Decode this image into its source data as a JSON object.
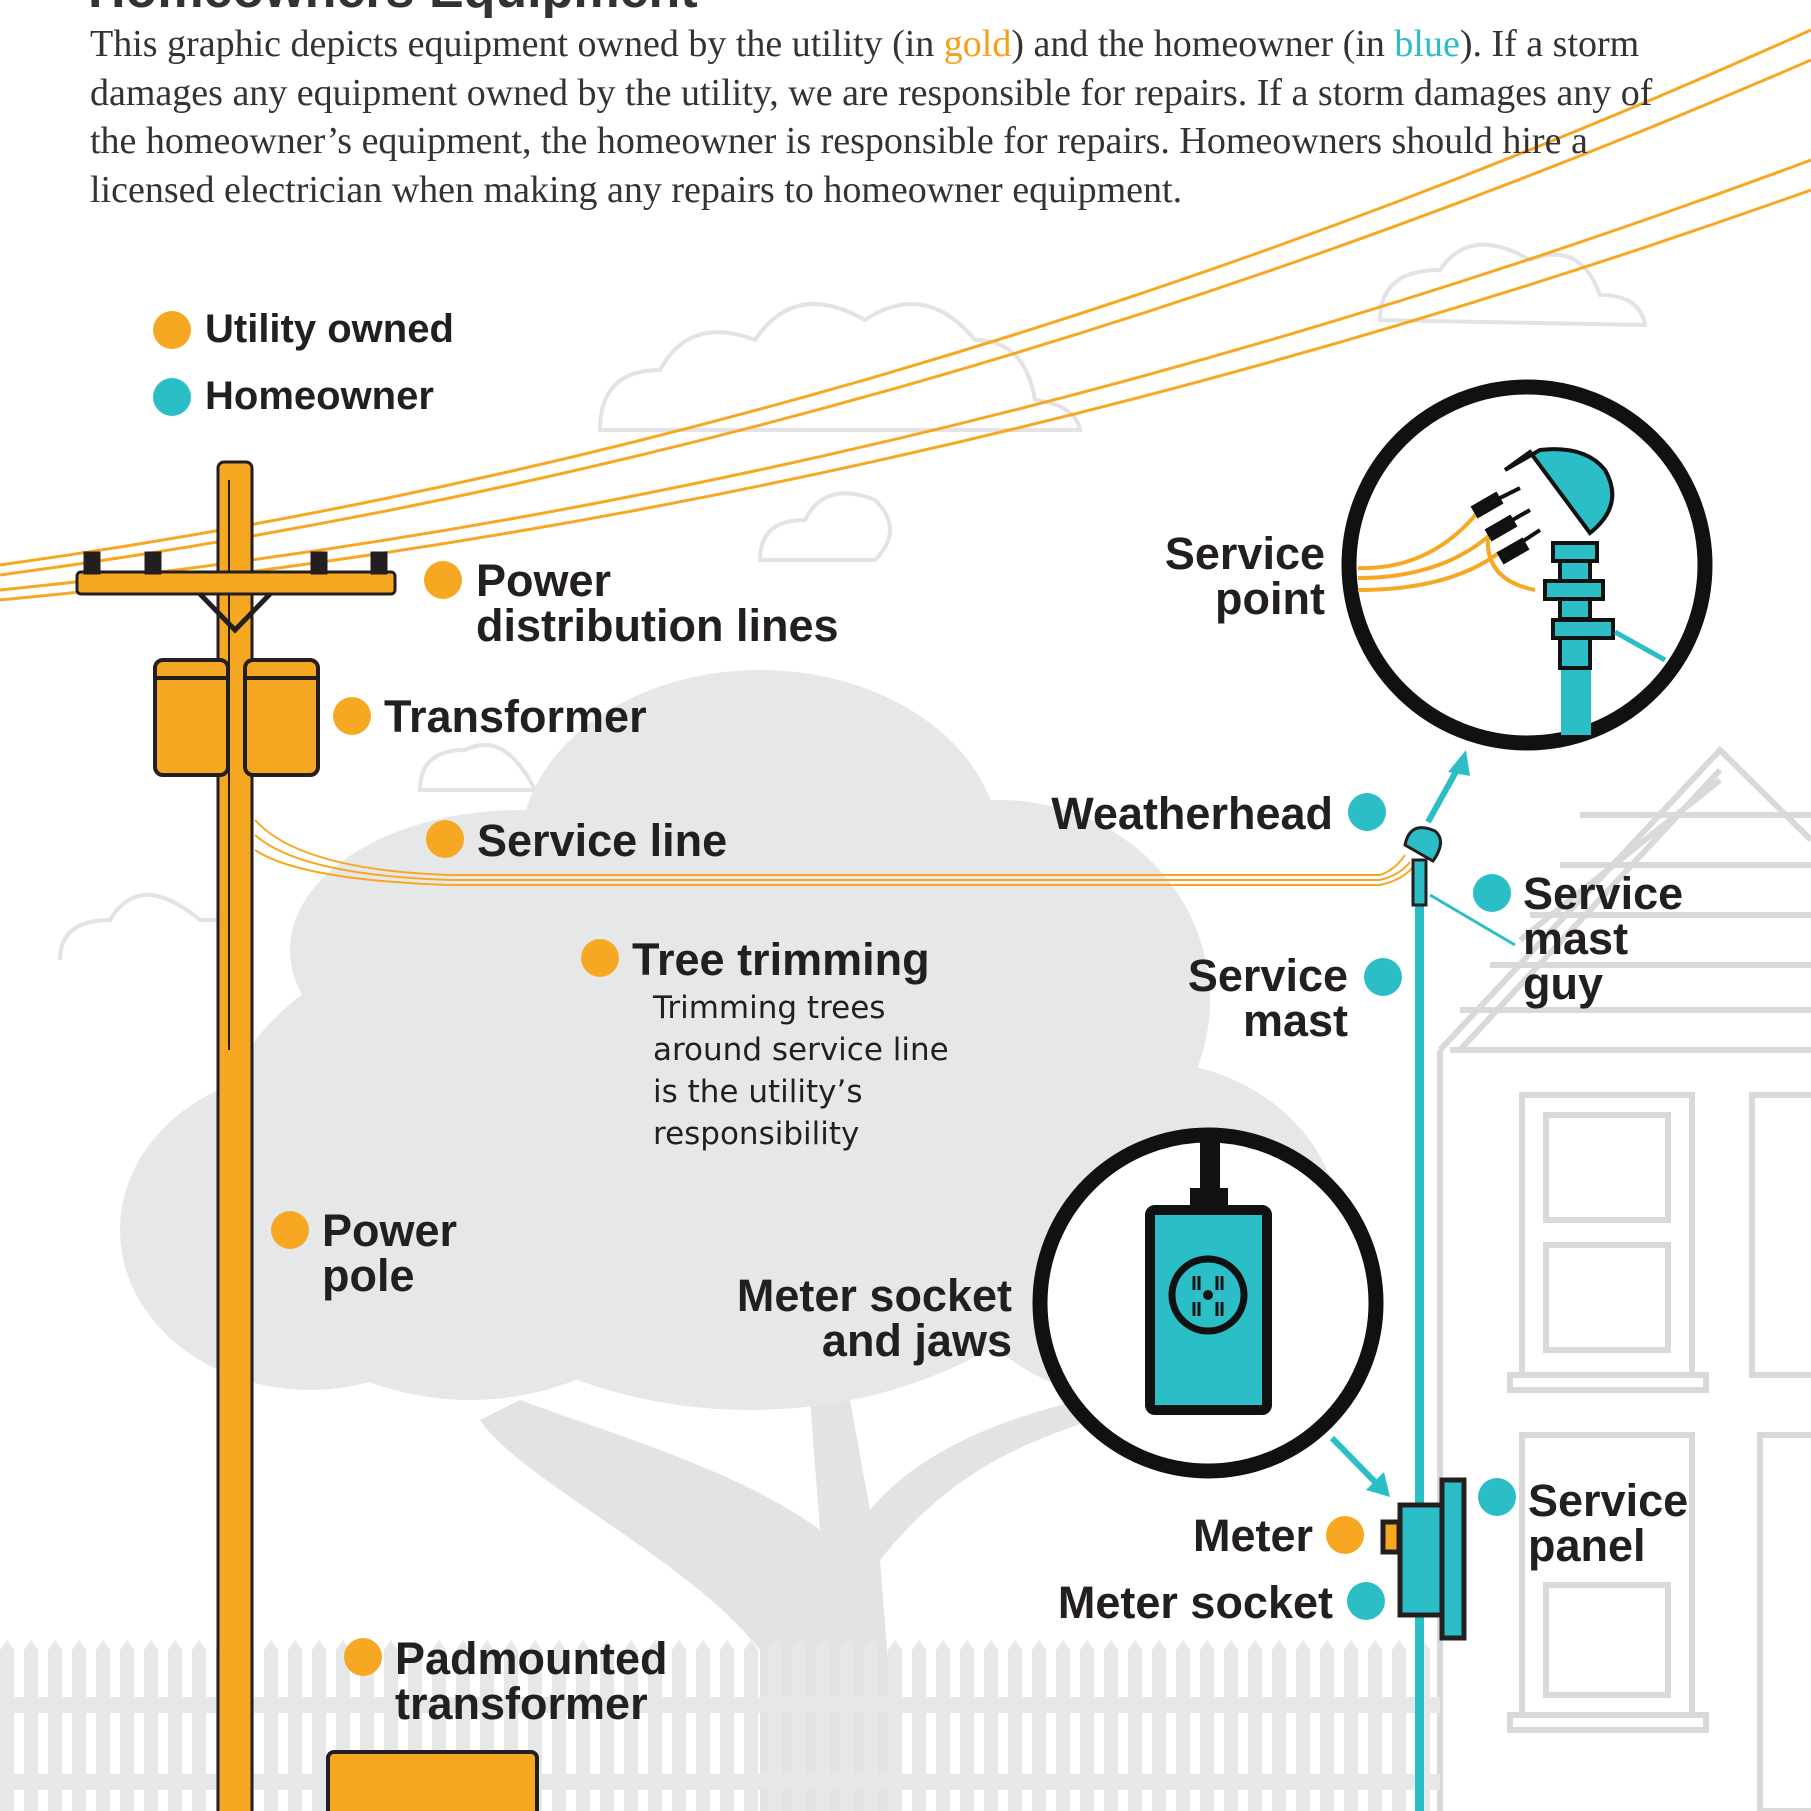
{
  "title": "Homeowners Equipment",
  "intro": {
    "part1": "This graphic depicts equipment owned by the utility (in ",
    "gold_word": "gold",
    "part2": ") and the homeowner (in ",
    "blue_word": "blue",
    "part3": "). If a storm damages any equipment owned by the utility, we are responsible for repairs. If a storm damages any of the homeowner’s equipment, the homeowner is responsible for repairs. Homeowners should hire a licensed electrician when making any repairs to homeowner equipment."
  },
  "legend": [
    {
      "label": "Utility owned",
      "color": "#F7A823"
    },
    {
      "label": "Homeowner",
      "color": "#2BBEC7"
    }
  ],
  "labels": {
    "power_distribution_lines": "Power\ndistribution lines",
    "transformer": "Transformer",
    "service_line": "Service line",
    "tree_trimming": "Tree trimming",
    "tree_trimming_note": "Trimming trees\naround service line\nis the utility’s\nresponsibility",
    "power_pole": "Power\npole",
    "padmounted_transformer": "Padmounted\ntransformer",
    "service_point": "Service\npoint",
    "weatherhead": "Weatherhead",
    "service_mast": "Service\nmast",
    "service_mast_guy": "Service\nmast\nguy",
    "meter_socket_and_jaws": "Meter socket\nand jaws",
    "meter": "Meter",
    "meter_socket": "Meter socket",
    "service_panel": "Service\npanel"
  },
  "colors": {
    "utility": "#F7A823",
    "homeowner": "#2BBEC7",
    "outline": "#231F20",
    "background_art": "#E6E7E8"
  }
}
